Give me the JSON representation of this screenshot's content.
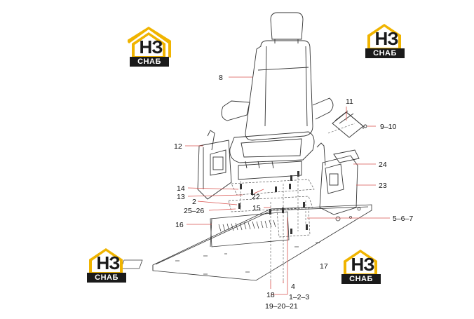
{
  "logo": {
    "big": "НЗ",
    "small": "СНАБ"
  },
  "labels": {
    "l8": "8",
    "l11": "11",
    "l9_10": "9–10",
    "l12": "12",
    "l24": "24",
    "l23": "23",
    "l14": "14",
    "l13": "13",
    "l22": "22",
    "l2": "2",
    "l25_26": "25–26",
    "l15": "15",
    "l16": "16",
    "l5_6_7": "5–6–7",
    "l17": "17",
    "l18": "18",
    "l4": "4",
    "l1_2_3": "1–2–3",
    "l19_20_21": "19–20–21"
  },
  "colors": {
    "leader": "#d9534f",
    "line": "#333333",
    "logo_gold": "#f0b400",
    "logo_dark": "#1a1a1a"
  }
}
